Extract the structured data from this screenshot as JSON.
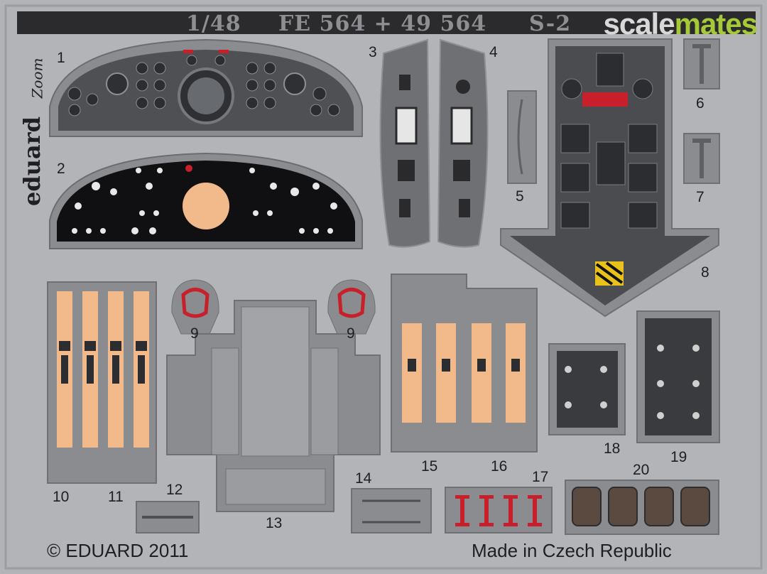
{
  "header": {
    "scale": "1/48",
    "code": "FE 564 + 49 564",
    "model": "S-2",
    "watermark_a": "scale",
    "watermark_b": "mates"
  },
  "brand": {
    "name": "eduard",
    "series": "Zoom"
  },
  "part_numbers": [
    "1",
    "2",
    "3",
    "4",
    "5",
    "6",
    "7",
    "8",
    "9",
    "9",
    "10",
    "11",
    "12",
    "13",
    "14",
    "15",
    "16",
    "17",
    "18",
    "19",
    "20"
  ],
  "footer": {
    "copyright": "© EDUARD 2011",
    "origin": "Made in Czech Republic"
  },
  "colors": {
    "fret": "#b3b4b8",
    "panel_grey": "#5c5e62",
    "panel_dark": "#3a3b3e",
    "black": "#101012",
    "belt": "#f2b98a",
    "red": "#c8202a",
    "yellow": "#e8c21a"
  }
}
